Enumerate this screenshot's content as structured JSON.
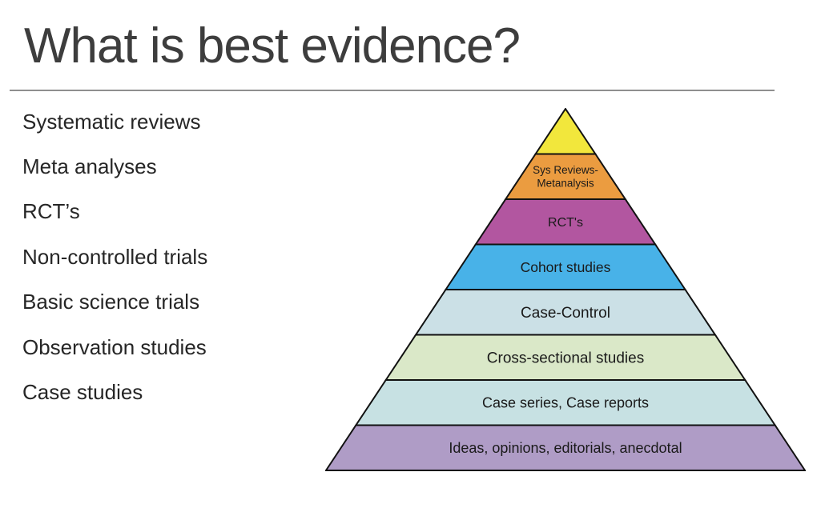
{
  "slide": {
    "title": "What is best evidence?",
    "bullet_list": [
      "Systematic reviews",
      "Meta analyses",
      "RCT’s",
      "Non-controlled trials",
      "Basic science trials",
      "Observation studies",
      "Case studies"
    ]
  },
  "chart_data": {
    "type": "pyramid",
    "title": "Hierarchy of evidence pyramid (strongest evidence at top)",
    "levels_top_to_bottom": [
      {
        "label": "",
        "lines": [],
        "color": "#f2e73c"
      },
      {
        "label": "Sys Reviews- Metanalysis",
        "lines": [
          "Sys Reviews-",
          "Metanalysis"
        ],
        "color": "#eb9c40"
      },
      {
        "label": "RCT's",
        "lines": [
          "RCT's"
        ],
        "color": "#b256a0"
      },
      {
        "label": "Cohort studies",
        "lines": [
          "Cohort studies"
        ],
        "color": "#48b2e8"
      },
      {
        "label": "Case-Control",
        "lines": [
          "Case-Control"
        ],
        "color": "#cbe0e6"
      },
      {
        "label": "Cross-sectional studies",
        "lines": [
          "Cross-sectional studies"
        ],
        "color": "#dae8c8"
      },
      {
        "label": "Case series, Case reports",
        "lines": [
          "Case series, Case reports"
        ],
        "color": "#c7e1e3"
      },
      {
        "label": "Ideas, opinions, editorials, anecdotal",
        "lines": [
          "Ideas, opinions, editorials, anecdotal"
        ],
        "color": "#af9cc6"
      }
    ],
    "outline_color": "#111111",
    "label_color": "#1a1a1a"
  }
}
